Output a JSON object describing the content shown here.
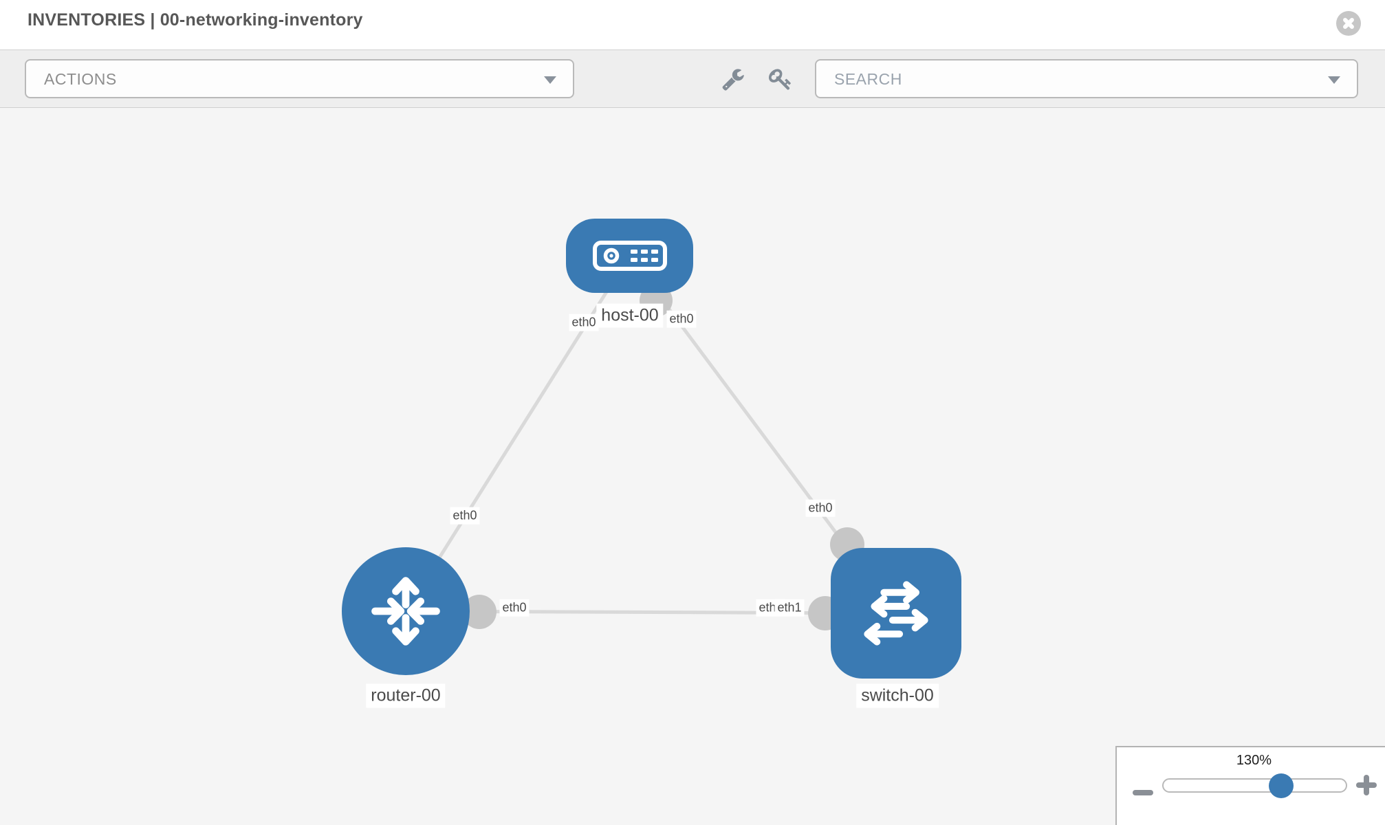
{
  "header": {
    "title": "INVENTORIES | 00-networking-inventory",
    "close_icon": "circle-x"
  },
  "toolbar": {
    "actions": {
      "label": "ACTIONS",
      "caret_icon": "chevron-down"
    },
    "tools": [
      {
        "icon": "wrench-icon"
      },
      {
        "icon": "key-icon"
      }
    ],
    "search": {
      "label": "SEARCH",
      "caret_icon": "chevron-down"
    }
  },
  "topology": {
    "nodes": [
      {
        "id": "host-00",
        "type": "host",
        "label": "host-00",
        "icon": "host-device-icon"
      },
      {
        "id": "router-00",
        "type": "router",
        "label": "router-00",
        "icon": "router-arrows-icon"
      },
      {
        "id": "switch-00",
        "type": "switch",
        "label": "switch-00",
        "icon": "switch-arrows-icon"
      }
    ],
    "edges": [
      {
        "from": "host-00",
        "to": "router-00",
        "from_label": "eth0",
        "to_label": "eth0"
      },
      {
        "from": "host-00",
        "to": "switch-00",
        "from_label": "eth0",
        "to_label": "eth0"
      },
      {
        "from": "router-00",
        "to": "switch-00",
        "from_label": "eth0",
        "to_labels": [
          "eth0",
          "eth1"
        ]
      }
    ]
  },
  "zoom_control": {
    "value": "130%",
    "minus_icon": "minus",
    "plus_icon": "plus"
  },
  "colors": {
    "node_blue": "#3a7ab3",
    "edge_gray": "#d9d9d9",
    "port_gray": "#c6c6c6",
    "toolbar_bg": "#eeeeee",
    "canvas_bg": "#f5f5f5",
    "icon_gray": "#828c96"
  }
}
